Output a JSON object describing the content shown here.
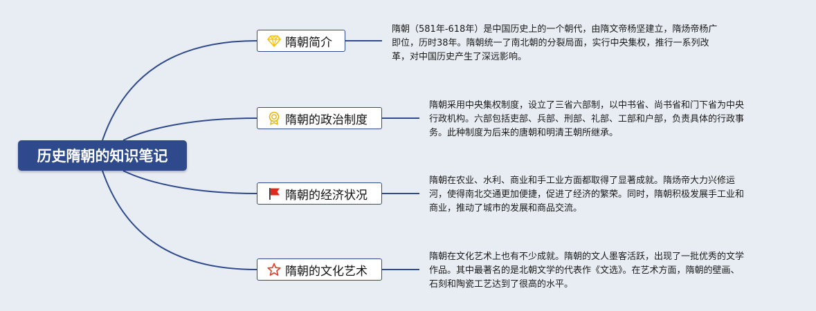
{
  "mindmap": {
    "root": {
      "label": "历史隋朝的知识笔记"
    },
    "branches": [
      {
        "label": "隋朝简介",
        "icon": "diamond-icon",
        "color": "#f2c200",
        "lines": [
          "隋朝（581年-618年）是中国历史上的一个朝代，由隋文帝杨坚建立，隋炀帝杨广",
          "即位，历时38年。隋朝统一了南北朝的分裂局面，实行中央集权，推行一系列改",
          "革，对中国历史产生了深远影响。"
        ]
      },
      {
        "label": "隋朝的政治制度",
        "icon": "medal-icon",
        "color": "#e8b400",
        "lines": [
          "隋朝采用中央集权制度，设立了三省六部制，以中书省、尚书省和门下省为中央",
          "行政机构。六部包括吏部、兵部、刑部、礼部、工部和户部，负责具体的行政事",
          "务。此种制度为后来的唐朝和明清王朝所继承。"
        ]
      },
      {
        "label": "隋朝的经济状况",
        "icon": "red-flag-icon",
        "color": "#e0281e",
        "lines": [
          "隋朝在农业、水利、商业和手工业方面都取得了显著成就。隋炀帝大力兴修运",
          "河，使得南北交通更加便捷，促进了经济的繁荣。同时，隋朝积极发展手工业和",
          "商业，推动了城市的发展和商品交流。"
        ]
      },
      {
        "label": "隋朝的文化艺术",
        "icon": "star-outline-icon",
        "color": "#e03a2a",
        "lines": [
          "隋朝在文化艺术上也有不少成就。隋朝的文人墨客活跃，出现了一批优秀的文学",
          "作品。其中最著名的是北朝文学的代表作《文选》。在艺术方面，隋朝的壁画、",
          "石刻和陶瓷工艺达到了很高的水平。"
        ]
      }
    ],
    "colors": {
      "background": "#e8edf3",
      "root_fill": "#2e4a8c",
      "connector": "#2e4a8c"
    }
  }
}
